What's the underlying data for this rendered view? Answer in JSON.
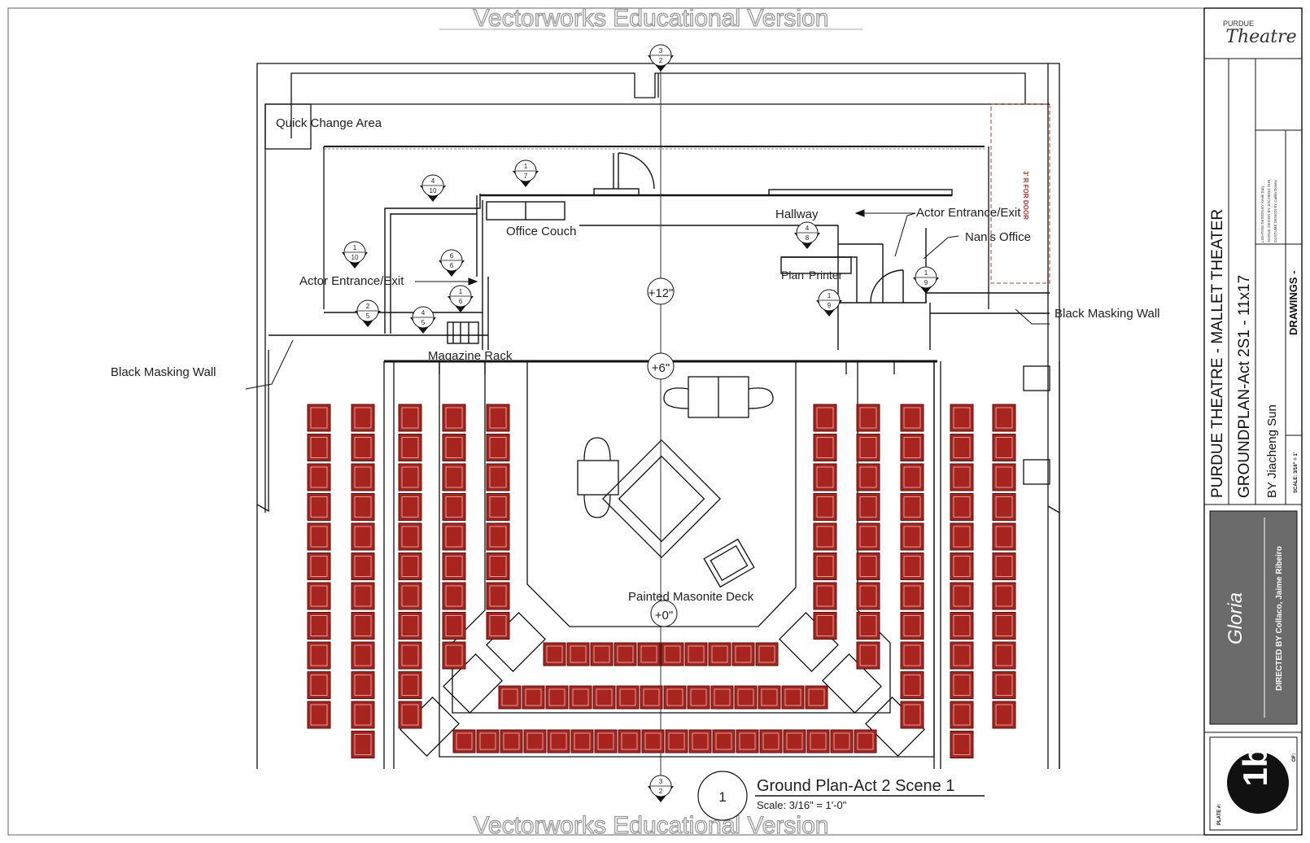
{
  "watermark": "Vectorworks Educational Version",
  "labels": {
    "quick_change": "Quick Change Area",
    "office_couch": "Office Couch",
    "hallway": "Hallway",
    "actor_entrance_right": "Actor Entrance/Exit",
    "nans_office": "Nan's Office",
    "actor_entrance_left": "Actor Entrance/Exit",
    "plan": "Plan",
    "printer": "Printer",
    "magazine_rack": "Magazine Rack",
    "black_masking_left": "Black Masking Wall",
    "black_masking_right": "Black Masking Wall",
    "painted_deck": "Painted Masonite Deck",
    "door_note": "3' R FOR DOOR"
  },
  "elevations": {
    "e12": "+12\"",
    "e6": "+6\"",
    "e0": "+0\""
  },
  "section_markers": [
    {
      "id": "sec-top",
      "top": "3",
      "bottom": "2"
    },
    {
      "id": "sec-bottom",
      "top": "3",
      "bottom": "2"
    },
    {
      "id": "sec-1-7",
      "top": "1",
      "bottom": "7"
    },
    {
      "id": "sec-4-10",
      "top": "4",
      "bottom": "10"
    },
    {
      "id": "sec-1-10",
      "top": "1",
      "bottom": "10"
    },
    {
      "id": "sec-6-6",
      "top": "6",
      "bottom": "6"
    },
    {
      "id": "sec-1-6",
      "top": "1",
      "bottom": "6"
    },
    {
      "id": "sec-2-5",
      "top": "2",
      "bottom": "5"
    },
    {
      "id": "sec-4-5",
      "top": "4",
      "bottom": "5"
    },
    {
      "id": "sec-4-8",
      "top": "4",
      "bottom": "8"
    },
    {
      "id": "sec-1-9a",
      "top": "1",
      "bottom": "9"
    },
    {
      "id": "sec-1-9b",
      "top": "1",
      "bottom": "9"
    }
  ],
  "title_callout": {
    "number": "1",
    "title": "Ground Plan-Act 2 Scene 1",
    "scale": "Scale: 3/16\" = 1'-0\""
  },
  "title_block": {
    "logo_small": "PURDUE",
    "logo_script": "Theatre",
    "theatre": "PURDUE THEATRE - MALLET THEATER",
    "sheet": "GROUNDPLAN-Act 2S1 - 11x17",
    "by": "BY  Jiacheng Sun",
    "credit_lighting": "LIGHTING DESIGN BY  Kevin Daly",
    "credit_scenic": "SCENIC DESIGN BY  JIACHENG SUN",
    "credit_costume": "COSTUME DESIGN BY  Caitlin Dowey",
    "drawings": "DRAWINGS -",
    "scale_small": "SCALE: 3/16\" = 1'",
    "show": "Gloria",
    "directed": "DIRECTED BY  Collaco, Jaime Ribeiro",
    "plate_label": "PLATE #:",
    "plate": "1b",
    "of_label": "OF:"
  },
  "colors": {
    "seat": "#a8241f",
    "seat_dark": "#5c0c0a",
    "line": "#111111",
    "panel": "#6b6b6b"
  }
}
